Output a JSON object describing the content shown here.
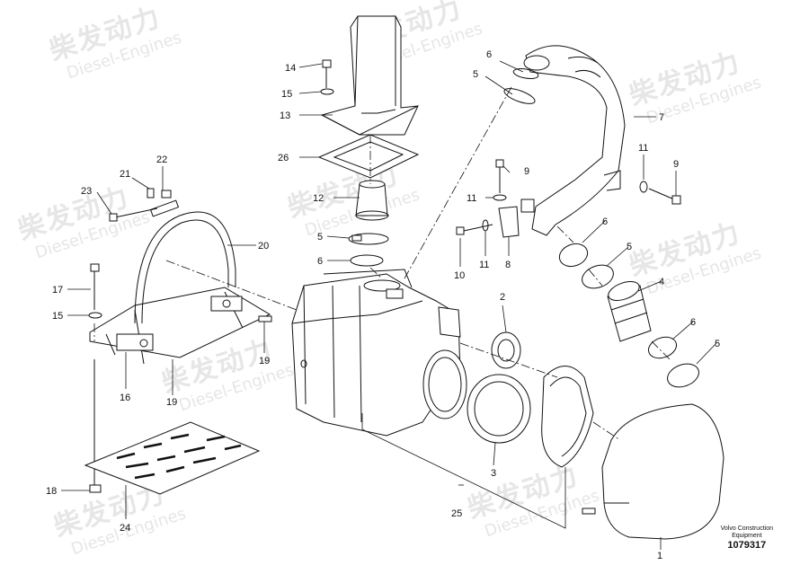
{
  "watermark": {
    "cn": "柴发动力",
    "en": "Diesel-Engines"
  },
  "credit": {
    "line1": "Volvo Construction",
    "line2": "Equipment",
    "number": "1079317"
  },
  "callouts": [
    {
      "id": "c14",
      "label": "14"
    },
    {
      "id": "c15a",
      "label": "15"
    },
    {
      "id": "c13",
      "label": "13"
    },
    {
      "id": "c26",
      "label": "26"
    },
    {
      "id": "c12",
      "label": "12"
    },
    {
      "id": "c5a",
      "label": "5"
    },
    {
      "id": "c6a",
      "label": "6"
    },
    {
      "id": "c22",
      "label": "22"
    },
    {
      "id": "c21",
      "label": "21"
    },
    {
      "id": "c23",
      "label": "23"
    },
    {
      "id": "c20",
      "label": "20"
    },
    {
      "id": "c17",
      "label": "17"
    },
    {
      "id": "c15b",
      "label": "15"
    },
    {
      "id": "c16",
      "label": "16"
    },
    {
      "id": "c19a",
      "label": "19"
    },
    {
      "id": "c19b",
      "label": "19"
    },
    {
      "id": "c18",
      "label": "18"
    },
    {
      "id": "c24",
      "label": "24"
    },
    {
      "id": "c6b",
      "label": "6"
    },
    {
      "id": "c5b",
      "label": "5"
    },
    {
      "id": "c7",
      "label": "7"
    },
    {
      "id": "c9a",
      "label": "9"
    },
    {
      "id": "c11a",
      "label": "11"
    },
    {
      "id": "c10",
      "label": "10"
    },
    {
      "id": "c11b",
      "label": "11"
    },
    {
      "id": "c8",
      "label": "8"
    },
    {
      "id": "c11c",
      "label": "11"
    },
    {
      "id": "c9b",
      "label": "9"
    },
    {
      "id": "c6c",
      "label": "6"
    },
    {
      "id": "c5c",
      "label": "5"
    },
    {
      "id": "c4",
      "label": "4"
    },
    {
      "id": "c6d",
      "label": "6"
    },
    {
      "id": "c5d",
      "label": "5"
    },
    {
      "id": "c2",
      "label": "2"
    },
    {
      "id": "c3",
      "label": "3"
    },
    {
      "id": "c25",
      "label": "25"
    },
    {
      "id": "c1",
      "label": "1"
    }
  ]
}
